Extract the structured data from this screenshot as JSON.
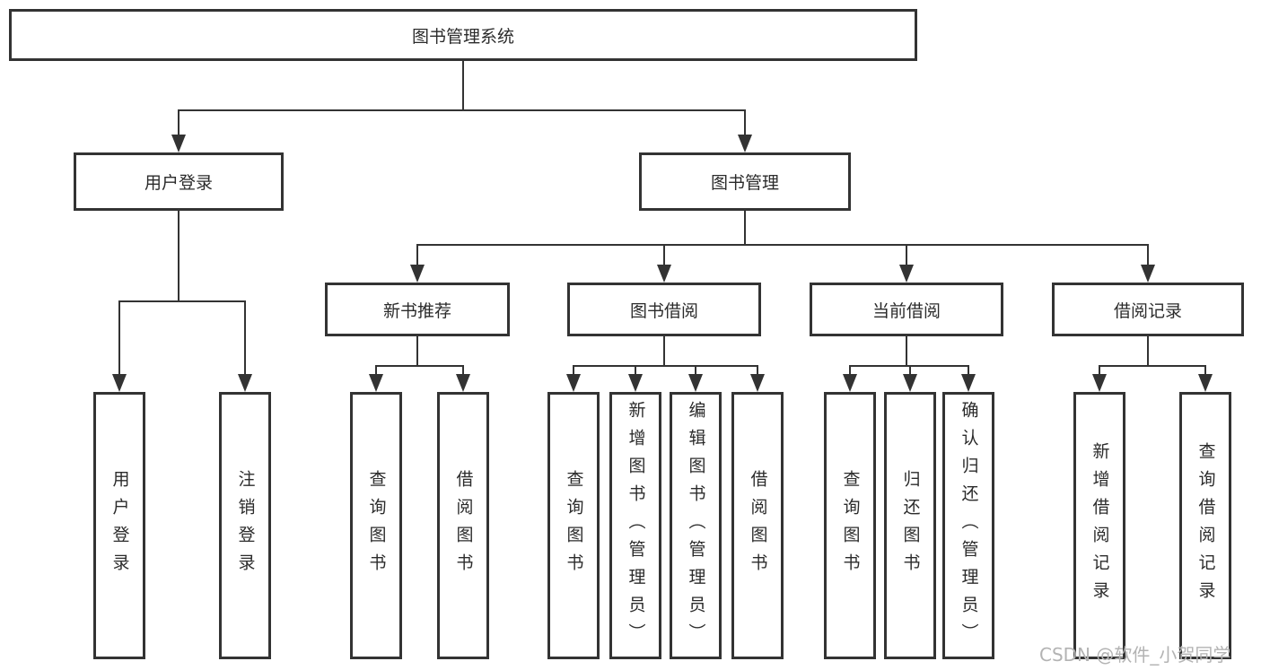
{
  "tree": {
    "root": {
      "label": "图书管理系统"
    },
    "branches": [
      {
        "label": "用户登录",
        "leaves": [
          {
            "label": "用户登录"
          },
          {
            "label": "注销登录"
          }
        ]
      },
      {
        "label": "图书管理",
        "groups": [
          {
            "label": "新书推荐",
            "leaves": [
              {
                "label": "查询图书"
              },
              {
                "label": "借阅图书"
              }
            ]
          },
          {
            "label": "图书借阅",
            "leaves": [
              {
                "label": "查询图书"
              },
              {
                "label": "新增图书（管理员）"
              },
              {
                "label": "编辑图书（管理员）"
              },
              {
                "label": "借阅图书"
              }
            ]
          },
          {
            "label": "当前借阅",
            "leaves": [
              {
                "label": "查询图书"
              },
              {
                "label": "归还图书"
              },
              {
                "label": "确认归还（管理员）"
              }
            ]
          },
          {
            "label": "借阅记录",
            "leaves": [
              {
                "label": "新增借阅记录"
              },
              {
                "label": "查询借阅记录"
              }
            ]
          }
        ]
      }
    ]
  },
  "watermark": {
    "text": "CSDN @软件_小贺同学"
  },
  "colors": {
    "line": "#333333",
    "box_border": "#333333",
    "box_background": "#ffffff",
    "text": "#2b2b2b",
    "watermark": "#b3b3b3"
  }
}
